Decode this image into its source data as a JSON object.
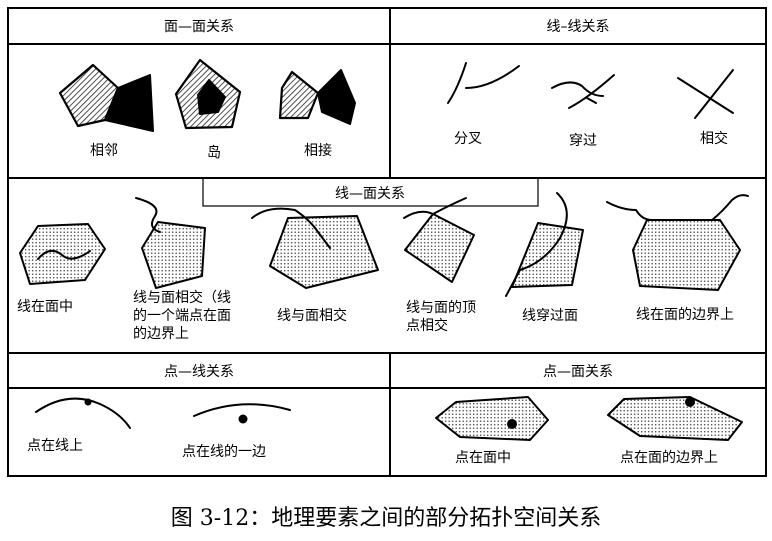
{
  "sections": {
    "area_area": {
      "title": "面—面关系",
      "labels": [
        "相邻",
        "岛",
        "相接"
      ]
    },
    "line_line": {
      "title": "线–线关系",
      "labels": [
        "分叉",
        "穿过",
        "相交"
      ]
    },
    "line_area": {
      "title": "线—面关系",
      "labels": [
        [
          "线在面中"
        ],
        [
          "线与面相交（线",
          "的一个端点在面",
          "的边界上"
        ],
        [
          "线与面相交"
        ],
        [
          "线与面的顶",
          "点相交"
        ],
        [
          "线穿过面"
        ],
        [
          "线在面的边界上"
        ]
      ]
    },
    "point_line": {
      "title": "点—线关系",
      "labels": [
        "点在线上",
        "点在线的一边"
      ]
    },
    "point_area": {
      "title": "点—面关系",
      "labels": [
        "点在面中",
        "点在面的边界上"
      ]
    }
  },
  "caption": "图 3-12：地理要素之间的部分拓扑空间关系"
}
